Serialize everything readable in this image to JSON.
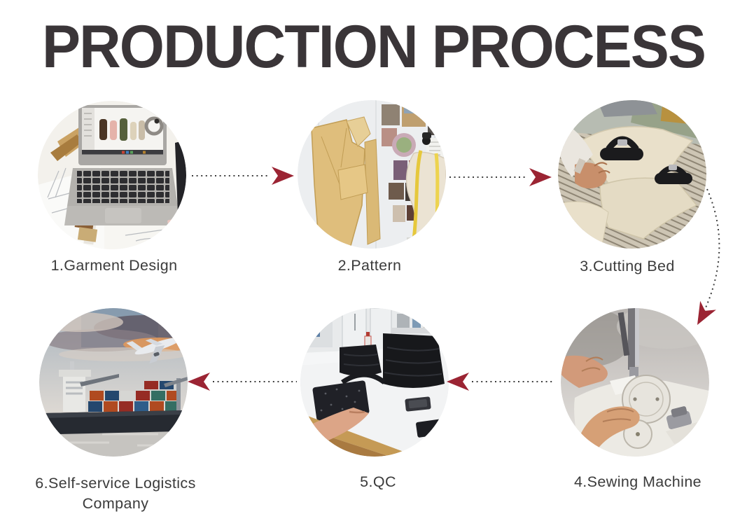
{
  "title": "PRODUCTION PROCESS",
  "palette": {
    "arrow_accent": "#9b2433",
    "dotted_line": "#3e3e3e",
    "title_color": "#3a3538",
    "label_color": "#3b3b3b",
    "background": "#ffffff"
  },
  "steps": [
    {
      "number": 1,
      "label": "1.Garment Design",
      "photo": "laptop-fashion-design-photo"
    },
    {
      "number": 2,
      "label": "2.Pattern",
      "photo": "paper-patterns-dress-form-photo"
    },
    {
      "number": 3,
      "label": "3.Cutting Bed",
      "photo": "fabric-cutting-table-photo"
    },
    {
      "number": 4,
      "label": "4.Sewing Machine",
      "photo": "sewing-machine-closeup-photo"
    },
    {
      "number": 5,
      "label": "5.QC",
      "photo": "quality-check-workshop-photo"
    },
    {
      "number": 6,
      "label": "6.Self-service Logistics Company",
      "photo": "container-ship-airplane-photo"
    }
  ],
  "arrows": [
    {
      "from": 1,
      "to": 2,
      "direction": "right"
    },
    {
      "from": 2,
      "to": 3,
      "direction": "right"
    },
    {
      "from": 3,
      "to": 4,
      "direction": "curved-down"
    },
    {
      "from": 4,
      "to": 5,
      "direction": "left"
    },
    {
      "from": 5,
      "to": 6,
      "direction": "left"
    }
  ]
}
